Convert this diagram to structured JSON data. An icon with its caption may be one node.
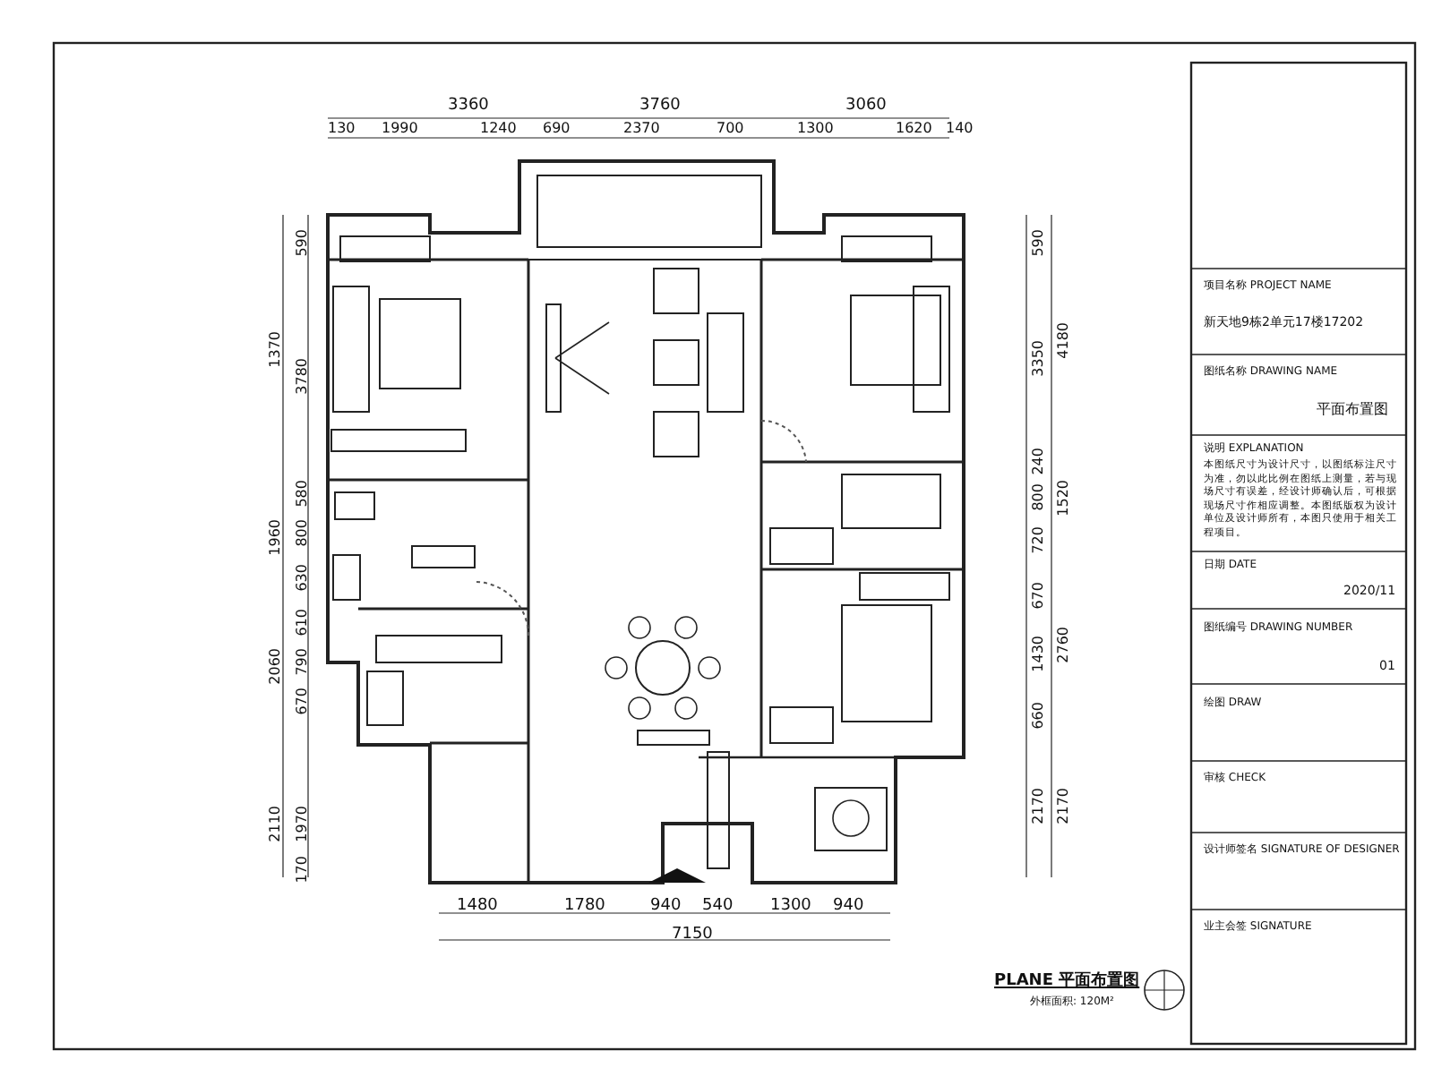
{
  "diagram": {
    "labels": [
      "3360",
      "3760",
      "3060",
      "130",
      "1990",
      "1240",
      "690",
      "2370",
      "700",
      "1300",
      "1620",
      "140",
      "590",
      "1370",
      "3780",
      "1960",
      "580",
      "800",
      "630",
      "2060",
      "610",
      "790",
      "670",
      "2110",
      "1970",
      "170",
      "590",
      "3350",
      "4180",
      "240",
      "800",
      "1520",
      "720",
      "670",
      "1430",
      "2760",
      "660",
      "2170",
      "2170",
      "1480",
      "1780",
      "940",
      "540",
      "1300",
      "940",
      "7150",
      "项目名称 PROJECT NAME",
      "新天地9栋2单元17楼17202",
      "图纸名称 DRAWING NAME",
      "平面布置图",
      "说明 EXPLANATION",
      "本图纸尺寸为设计尺寸，以图纸标注尺寸为准，勿以此比例在图纸上测量，若与现场尺寸有误差，经设计师确认后，可根据现场尺寸作相应调整。本图纸版权为设计单位及设计师所有，本图只使用于相关工程项目。",
      "日期 DATE",
      "2020/11",
      "图纸编号 DRAWING NUMBER",
      "01",
      "绘图 DRAW",
      "审核 CHECK",
      "设计师签名 SIGNATURE OF DESIGNER",
      "业主会签 SIGNATURE",
      "PLANE 平面布置图",
      "外框面积: 120M²"
    ]
  }
}
